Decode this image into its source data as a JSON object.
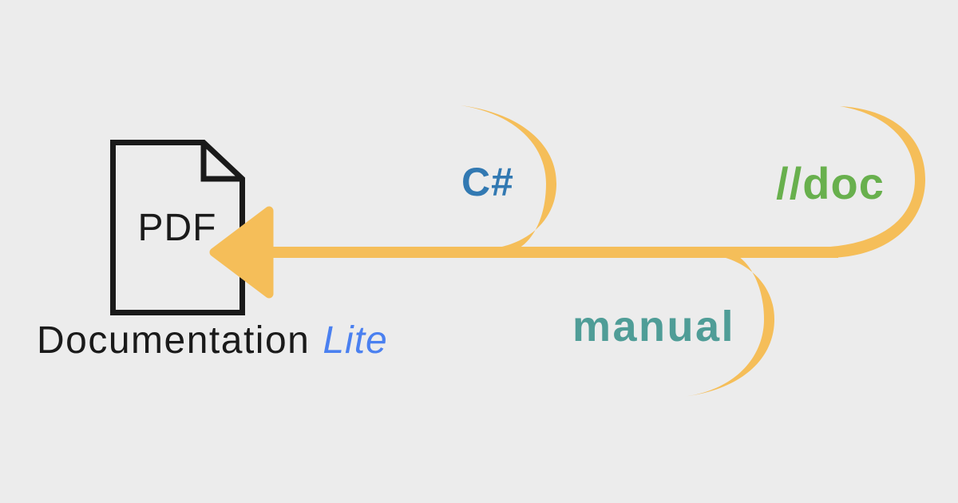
{
  "banner": {
    "background_color": "#ECECEC"
  },
  "pdf_icon": {
    "label": "PDF",
    "outline_color": "#1A1A1A"
  },
  "title": {
    "name": "Documentation",
    "variant": "Lite",
    "name_color": "#1A1A1A",
    "variant_color": "#4A80F0"
  },
  "arrow": {
    "color": "#F5BE59",
    "direction": "right-to-left"
  },
  "sources": [
    {
      "label": "C#",
      "color": "#3279B2"
    },
    {
      "label": "//doc",
      "color": "#68B04D"
    },
    {
      "label": "manual",
      "color": "#4F9D97"
    }
  ]
}
